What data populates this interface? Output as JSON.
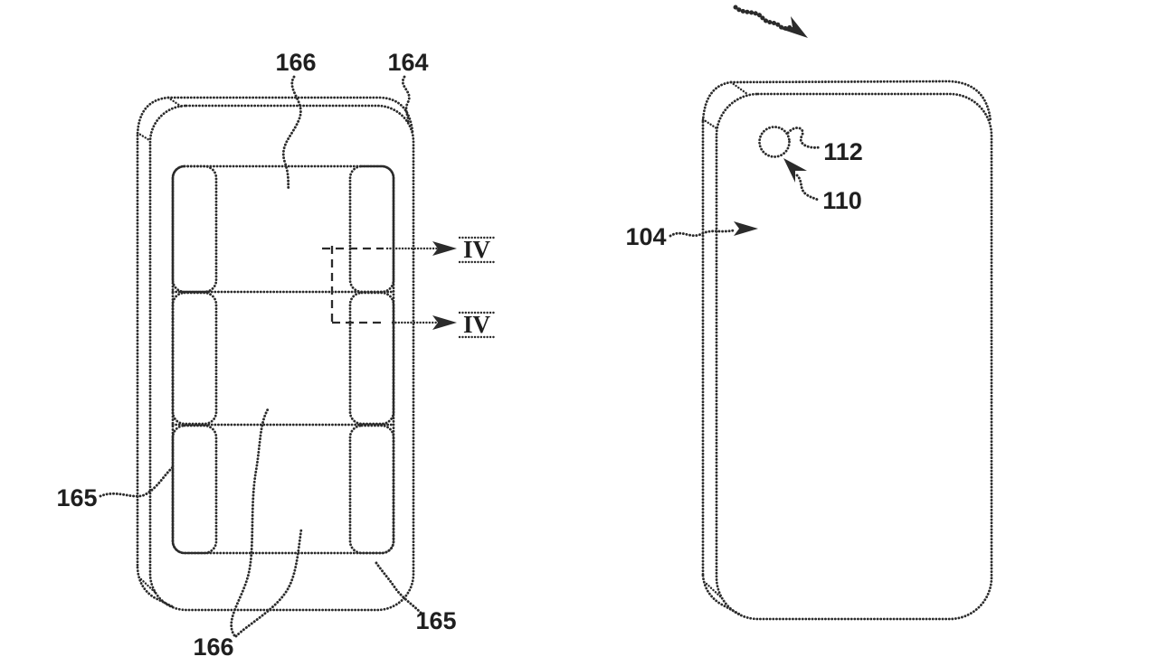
{
  "canvas": {
    "ink_color": "#2b2b2b",
    "background_color": "#ffffff"
  },
  "left_device": {
    "reference_labels": {
      "top_166": "166",
      "top_right_164": "164",
      "left_165": "165",
      "bottom_right_165": "165",
      "bottom_166": "166"
    },
    "section_markers": {
      "upper": "IV",
      "lower": "IV"
    }
  },
  "right_device": {
    "reference_labels": {
      "camera_112": "112",
      "arrow_110": "110",
      "housing_104": "104"
    }
  }
}
